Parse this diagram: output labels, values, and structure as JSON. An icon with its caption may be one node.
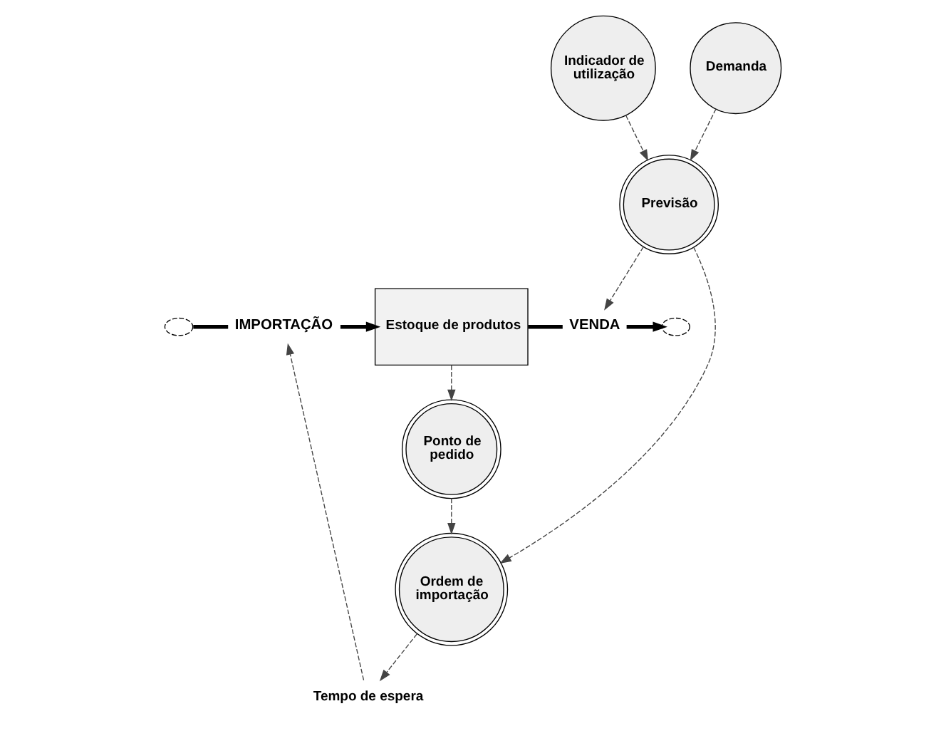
{
  "diagram": {
    "nodes": [
      {
        "text": [],
        "shape": "cloud"
      },
      {
        "text": [
          "IMPORTAÇÃO"
        ]
      },
      {
        "text": [
          "Estoque de produtos"
        ]
      },
      {
        "text": [
          "VENDA"
        ]
      },
      {
        "text": [],
        "shape": "cloud"
      },
      {
        "text": [
          "Tempo de espera"
        ]
      },
      {
        "text": [
          "Ponto de pedido"
        ]
      },
      {
        "text": [
          "Ordem de importação"
        ]
      },
      {
        "text": [
          "Previsão"
        ]
      },
      {
        "text": [
          "Indicador de utilização"
        ]
      },
      {
        "text": [
          "Demanda"
        ]
      }
    ],
    "edges": [
      {
        "from": 0,
        "to": 1,
        "arrow": "none",
        "style": "thick"
      },
      {
        "from": 1,
        "to": 2,
        "arrow": "to",
        "style": "thick"
      },
      {
        "from": 2,
        "to": 3,
        "arrow": "none",
        "style": "thick"
      },
      {
        "from": 3,
        "to": 4,
        "arrow": "to",
        "style": "thick"
      },
      {
        "from": 2,
        "to": 6,
        "arrow": "to",
        "style": "dashed"
      },
      {
        "from": 6,
        "to": 7,
        "arrow": "to",
        "style": "dashed"
      },
      {
        "from": 7,
        "to": 5,
        "arrow": "to",
        "style": "dashed"
      },
      {
        "from": 5,
        "to": 1,
        "arrow": "to",
        "style": "dashed"
      },
      {
        "from": 8,
        "to": 3,
        "arrow": "to",
        "style": "dashed"
      },
      {
        "from": 8,
        "to": 7,
        "arrow": "to",
        "style": "dashed"
      },
      {
        "from": 9,
        "to": 8,
        "arrow": "to",
        "style": "dashed"
      },
      {
        "from": 10,
        "to": 8,
        "arrow": "to",
        "style": "dashed"
      }
    ]
  }
}
